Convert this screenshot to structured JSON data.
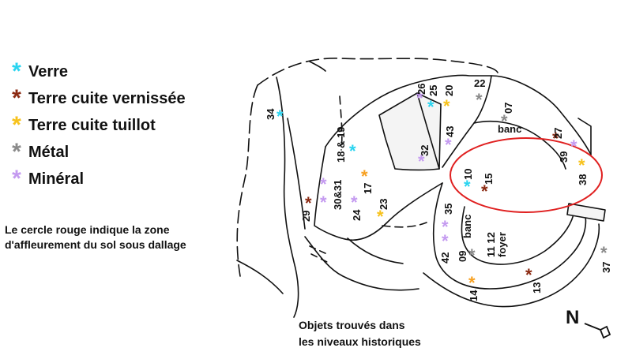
{
  "legend": {
    "items": [
      {
        "label": "Verre",
        "color": "#2ad4f0",
        "icon": "asterisk-icon"
      },
      {
        "label": "Terre cuite vernissée",
        "color": "#8b2a12",
        "icon": "asterisk-icon"
      },
      {
        "label": "Terre cuite tuillot",
        "color": "#f7c21b",
        "icon": "asterisk-icon"
      },
      {
        "label": "Métal",
        "color": "#8a8a8a",
        "icon": "asterisk-icon"
      },
      {
        "label": "Minéral",
        "color": "#c49af0",
        "icon": "asterisk-icon"
      }
    ]
  },
  "note": {
    "line1": "Le cercle rouge indique la zone",
    "line2": "d'affleurement du sol sous dallage"
  },
  "caption": {
    "line1": "Objets trouvés dans",
    "line2": "les niveaux historiques"
  },
  "map": {
    "north_label": "N",
    "zone_circle_color": "#e02020",
    "labels": {
      "banc_top": "banc",
      "banc_left": "banc",
      "foyer": "foyer"
    },
    "finds": [
      {
        "number": "34",
        "type": "Verre"
      },
      {
        "number": "26",
        "type": "Minéral"
      },
      {
        "number": "25",
        "type": "Verre"
      },
      {
        "number": "20",
        "type": "Terre cuite tuillot"
      },
      {
        "number": "22",
        "type": "Métal"
      },
      {
        "number": "07",
        "type": "Métal"
      },
      {
        "number": "43",
        "type": "Minéral"
      },
      {
        "number": "27",
        "type": "Terre cuite vernissée"
      },
      {
        "number": "39",
        "type": "Minéral"
      },
      {
        "number": "38",
        "type": "Terre cuite tuillot"
      },
      {
        "number": "18 & 19",
        "type": "Verre"
      },
      {
        "number": "32",
        "type": "Minéral"
      },
      {
        "number": "17",
        "type": "Terre cuite tuillot"
      },
      {
        "number": "10",
        "type": "Verre"
      },
      {
        "number": "15",
        "type": "Terre cuite vernissée"
      },
      {
        "number": "29",
        "type": "Terre cuite vernissée"
      },
      {
        "number": "30&31",
        "type": "Minéral"
      },
      {
        "number": "24",
        "type": "Minéral"
      },
      {
        "number": "23",
        "type": "Terre cuite tuillot"
      },
      {
        "number": "35",
        "type": "Minéral"
      },
      {
        "number": "42",
        "type": "Minéral"
      },
      {
        "number": "09",
        "type": "Métal"
      },
      {
        "number": "11 12",
        "type": "Terre cuite vernissée"
      },
      {
        "number": "14",
        "type": "Terre cuite tuillot"
      },
      {
        "number": "13",
        "type": "Terre cuite vernissée"
      },
      {
        "number": "37",
        "type": "Métal"
      }
    ]
  }
}
